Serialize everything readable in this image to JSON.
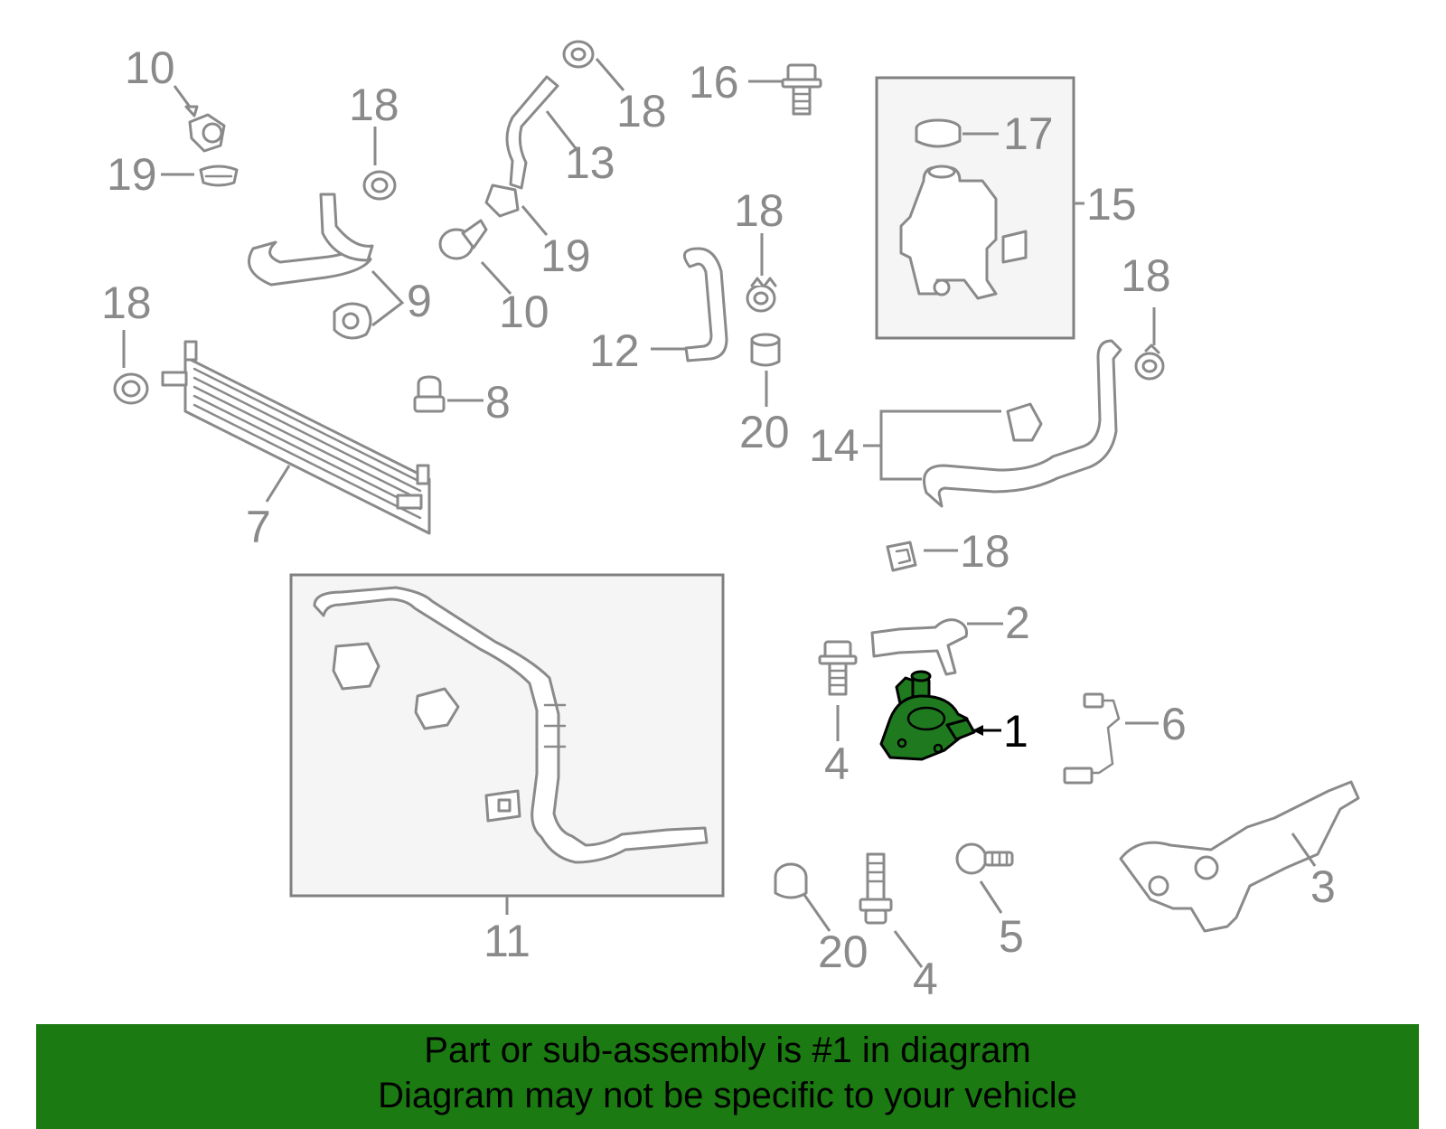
{
  "diagram": {
    "callouts": {
      "c1": "1",
      "c2": "2",
      "c3": "3",
      "c4a": "4",
      "c4b": "4",
      "c5": "5",
      "c6": "6",
      "c7": "7",
      "c8": "8",
      "c9": "9",
      "c10a": "10",
      "c10b": "10",
      "c11": "11",
      "c12": "12",
      "c13": "13",
      "c14": "14",
      "c15": "15",
      "c16": "16",
      "c17": "17",
      "c18a": "18",
      "c18b": "18",
      "c18c": "18",
      "c18d": "18",
      "c18e": "18",
      "c18f": "18",
      "c19a": "19",
      "c19b": "19",
      "c20a": "20",
      "c20b": "20"
    },
    "highlight_color": "#1f7a1f"
  },
  "banner": {
    "line1": "Part or sub-assembly is #1 in diagram",
    "line2": "Diagram may not be specific to your vehicle",
    "color": "#1b7a12"
  }
}
